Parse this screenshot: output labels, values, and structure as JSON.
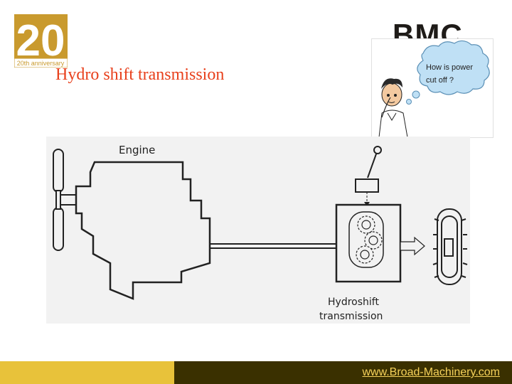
{
  "logo": {
    "number": "20",
    "caption": "20th anniversary"
  },
  "header": {
    "title": "Hydro shift transmission",
    "brand": "BMC"
  },
  "thought_bubble": {
    "line1": "How is power",
    "line2": "cut off ?"
  },
  "diagram": {
    "engine_label": "Engine",
    "transmission_label_1": "Hydroshift",
    "transmission_label_2": "transmission"
  },
  "footer": {
    "link": "www.Broad-Machinery.com"
  },
  "colors": {
    "title": "#e8401c",
    "logo_gold": "#c99a2e",
    "footer_gold": "#e8c23a",
    "footer_dark": "#3a3000",
    "footer_link": "#f5d15a"
  }
}
